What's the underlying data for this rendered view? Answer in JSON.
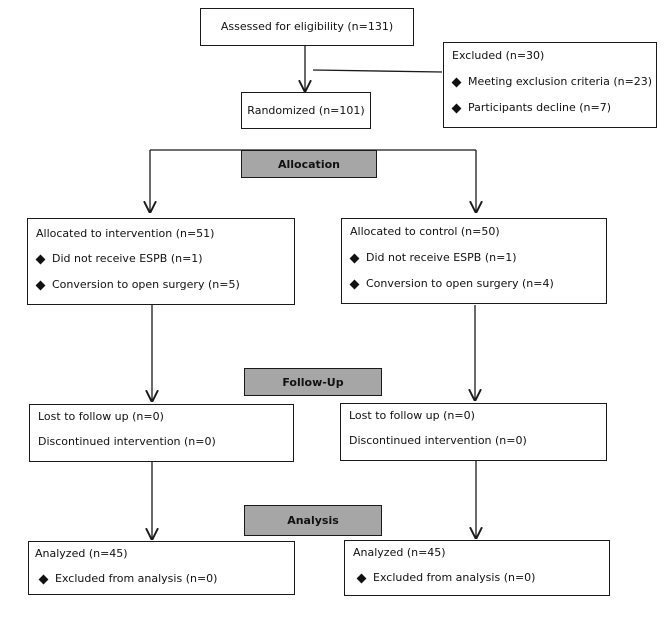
{
  "colors": {
    "phase_fill": "#a6a6a6",
    "border": "#1a1a1a",
    "connector": "#1a1a1a"
  },
  "assessed": {
    "text": "Assessed for eligibility (n=131)"
  },
  "excluded": {
    "title": "Excluded (n=30)",
    "items": [
      "Meeting exclusion criteria (n=23)",
      "Participants decline (n=7)"
    ]
  },
  "randomized": {
    "text": "Randomized (n=101)"
  },
  "phases": {
    "allocation": "Allocation",
    "follow_up": "Follow-Up",
    "analysis": "Analysis"
  },
  "intervention_arm": {
    "allocated_title": "Allocated to intervention (n=51)",
    "allocated_items": [
      "Did not receive ESPB (n=1)",
      "Conversion to open surgery (n=5)"
    ],
    "follow_up_lines": [
      "Lost to follow up (n=0)",
      "Discontinued intervention (n=0)"
    ],
    "analyzed_title": "Analyzed (n=45)",
    "analyzed_items": [
      "Excluded from analysis (n=0)"
    ]
  },
  "control_arm": {
    "allocated_title": "Allocated to control (n=50)",
    "allocated_items": [
      "Did not receive ESPB (n=1)",
      "Conversion to open surgery (n=4)"
    ],
    "follow_up_lines": [
      "Lost to follow up (n=0)",
      "Discontinued intervention (n=0)"
    ],
    "analyzed_title": "Analyzed (n=45)",
    "analyzed_items": [
      "Excluded from analysis (n=0)"
    ]
  }
}
